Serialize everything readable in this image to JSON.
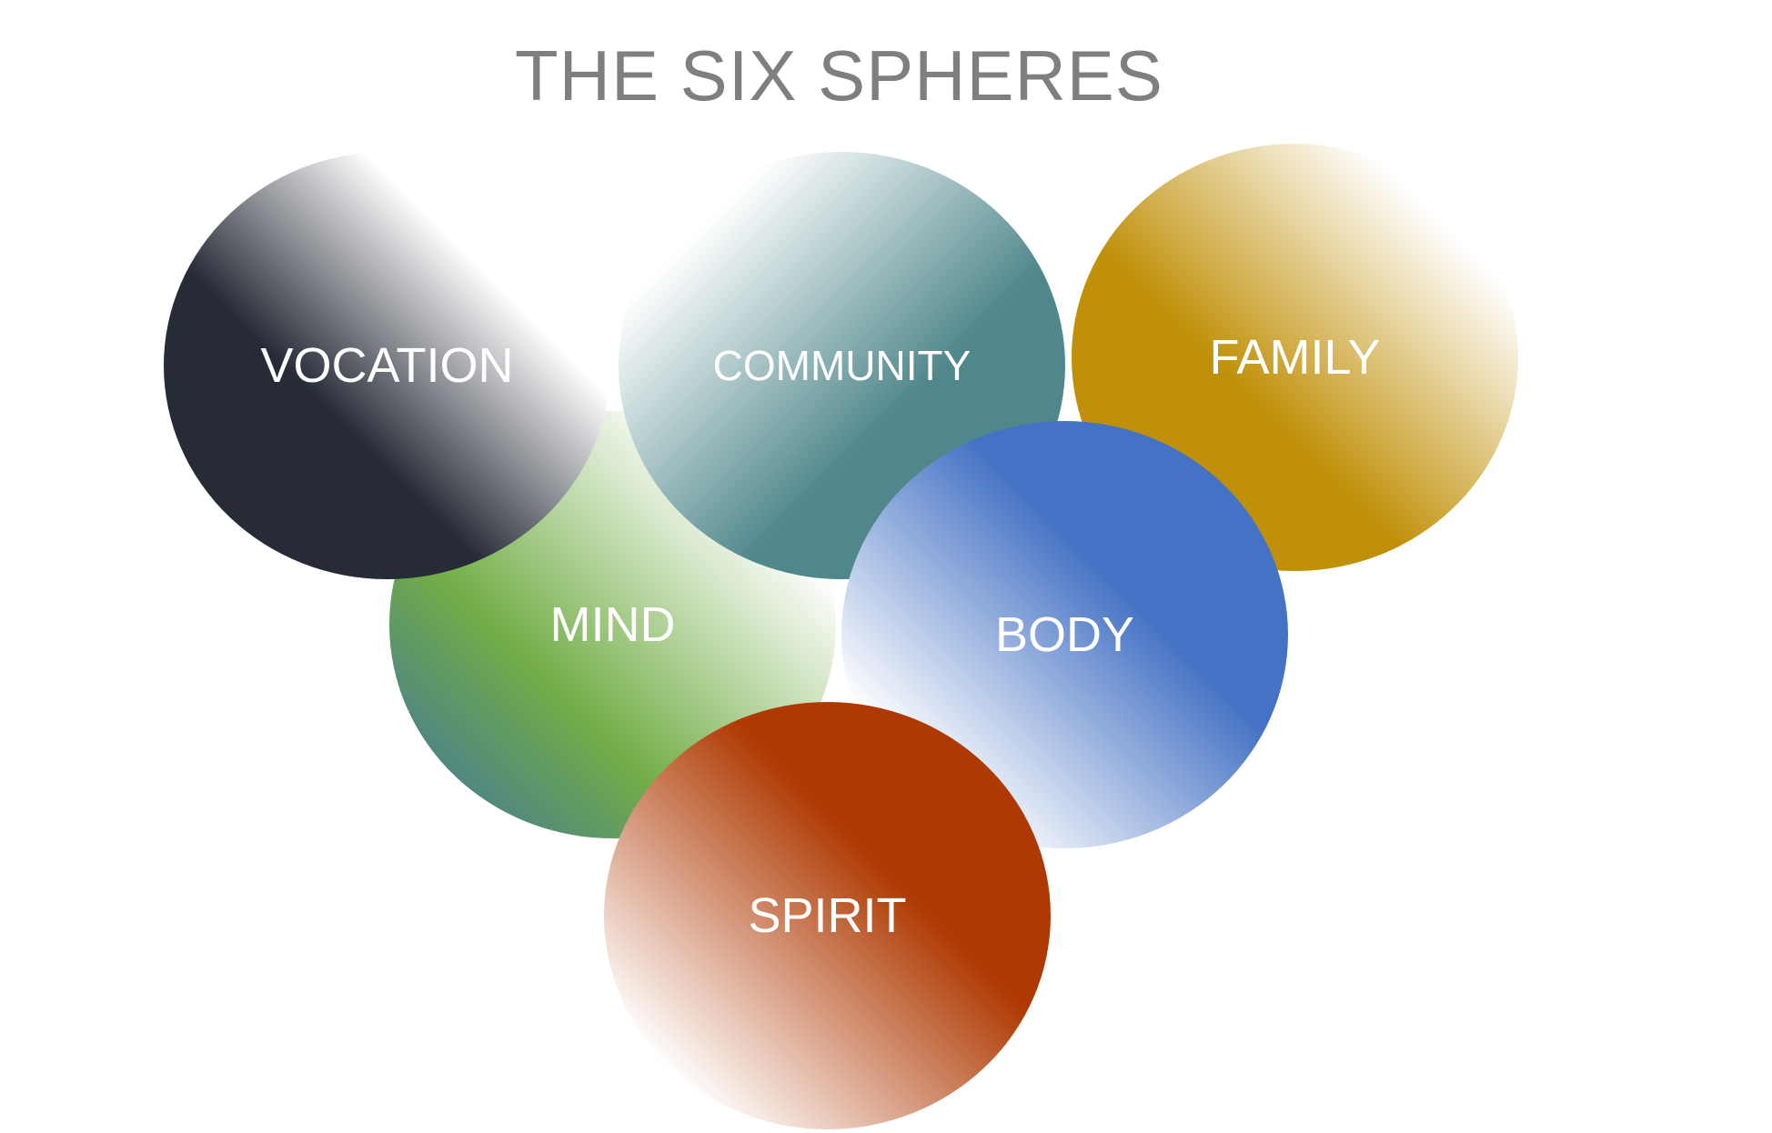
{
  "diagram": {
    "title": "THE SIX SPHERES",
    "spheres": [
      {
        "id": "vocation",
        "label": "VOCATION",
        "color": "#262b36"
      },
      {
        "id": "community",
        "label": "COMMUNITY",
        "color": "#4f878b"
      },
      {
        "id": "family",
        "label": "FAMILY",
        "color": "#c09008"
      },
      {
        "id": "mind",
        "label": "MIND",
        "color": "#72ad47"
      },
      {
        "id": "body",
        "label": "BODY",
        "color": "#4472c4"
      },
      {
        "id": "spirit",
        "label": "SPIRIT",
        "color": "#ae3902"
      }
    ]
  }
}
